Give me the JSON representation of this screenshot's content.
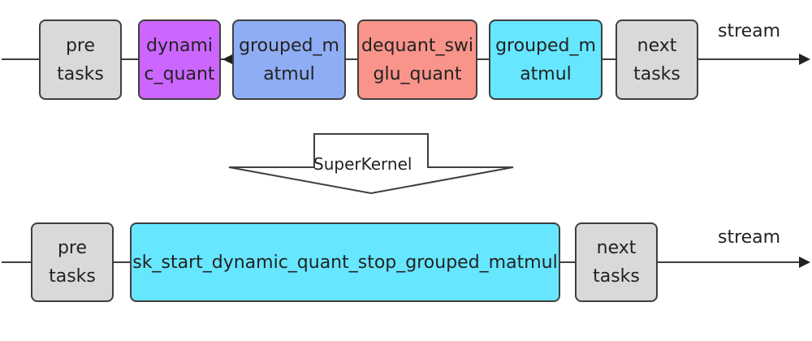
{
  "colors": {
    "task_gray": "#d9d9d9",
    "dynamic_quant_purple": "#cc66ff",
    "grouped_matmul_blue": "#8fadf4",
    "dequant_red": "#f8948a",
    "grouped_matmul_cyan": "#66e6ff",
    "superkernel_cyan": "#66e6ff",
    "outline": "#3f3f3f"
  },
  "top_row": {
    "pre_tasks": [
      "pre",
      "tasks"
    ],
    "dynamic_quant": [
      "dynami",
      "c_quant"
    ],
    "grouped_matmul_1": [
      "grouped_m",
      "atmul"
    ],
    "dequant_swiglu_quant": [
      "dequant_swi",
      "glu_quant"
    ],
    "grouped_matmul_2": [
      "grouped_m",
      "atmul"
    ],
    "next_tasks": [
      "next",
      "tasks"
    ],
    "stream_label": "stream"
  },
  "transform": {
    "label": "SuperKernel"
  },
  "bottom_row": {
    "pre_tasks": [
      "pre",
      "tasks"
    ],
    "superkernel": "sk_start_dynamic_quant_stop_grouped_matmul",
    "next_tasks": [
      "next",
      "tasks"
    ],
    "stream_label": "stream"
  }
}
